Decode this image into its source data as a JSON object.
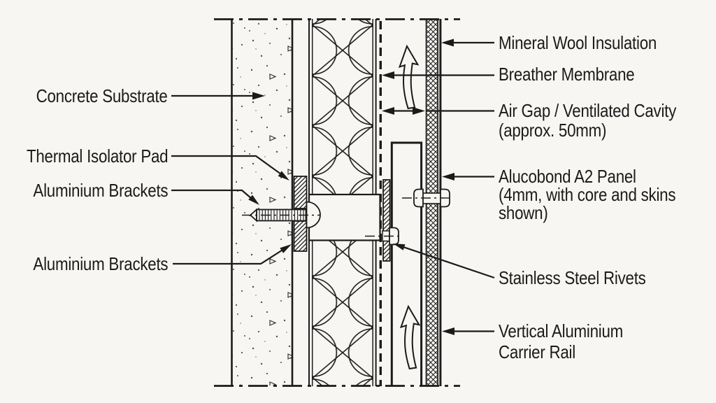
{
  "diagram": {
    "type": "construction-section-detail",
    "colors": {
      "background": "#f7f6f3",
      "line": "#1b1b1b",
      "text": "#1b1b1b",
      "stipple": "#4d4d4d"
    },
    "labels_left": [
      {
        "text": "Concrete Substrate"
      },
      {
        "text": "Thermal Isolator Pad"
      },
      {
        "text": "Aluminium Brackets"
      },
      {
        "text": "Aluminium Brackets"
      }
    ],
    "labels_right": [
      {
        "line1": "Mineral Wool Insulation"
      },
      {
        "line1": "Breather Membrane"
      },
      {
        "line1": "Air Gap / Ventilated Cavity",
        "line2": "(approx. 50mm)"
      },
      {
        "line1": "Alucobond A2 Panel",
        "line2": "(4mm, with core and skins",
        "line3": "shown)"
      },
      {
        "line1": "Stainless Steel Rivets"
      },
      {
        "line1": "Vertical Aluminium",
        "line2": "Carrier Rail"
      }
    ]
  }
}
